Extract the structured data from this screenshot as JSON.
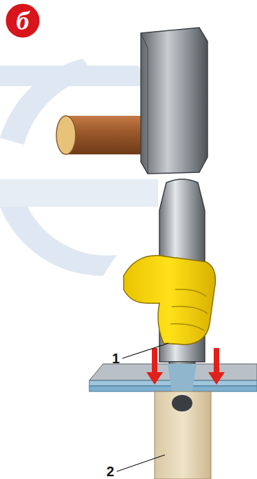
{
  "diagram": {
    "labels": [
      "б",
      "1",
      "2"
    ]
  }
}
